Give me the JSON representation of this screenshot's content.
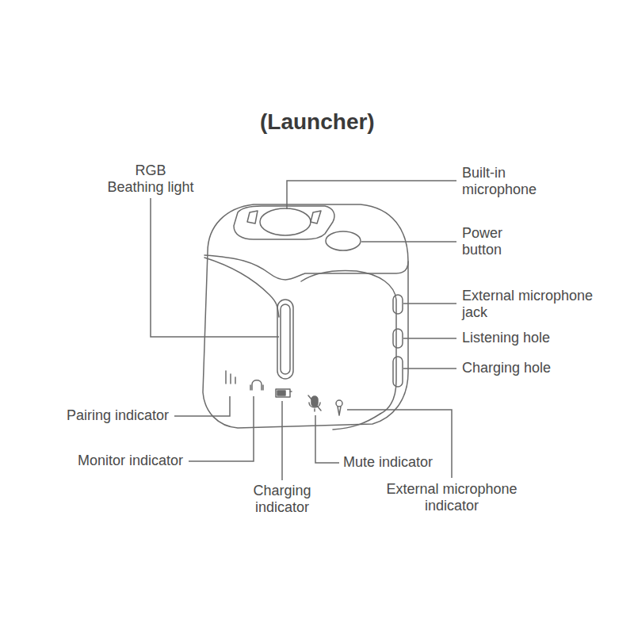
{
  "diagram": {
    "title": "(Launcher)",
    "labels": [
      "RGB Beathing light",
      "Built-in microphone",
      "Power button",
      "External microphone jack",
      "Listening hole",
      "Charging hole",
      "Pairing indicator",
      "Monitor indicator",
      "Charging indicator",
      "Mute indicator",
      "External microphone indicator"
    ]
  }
}
